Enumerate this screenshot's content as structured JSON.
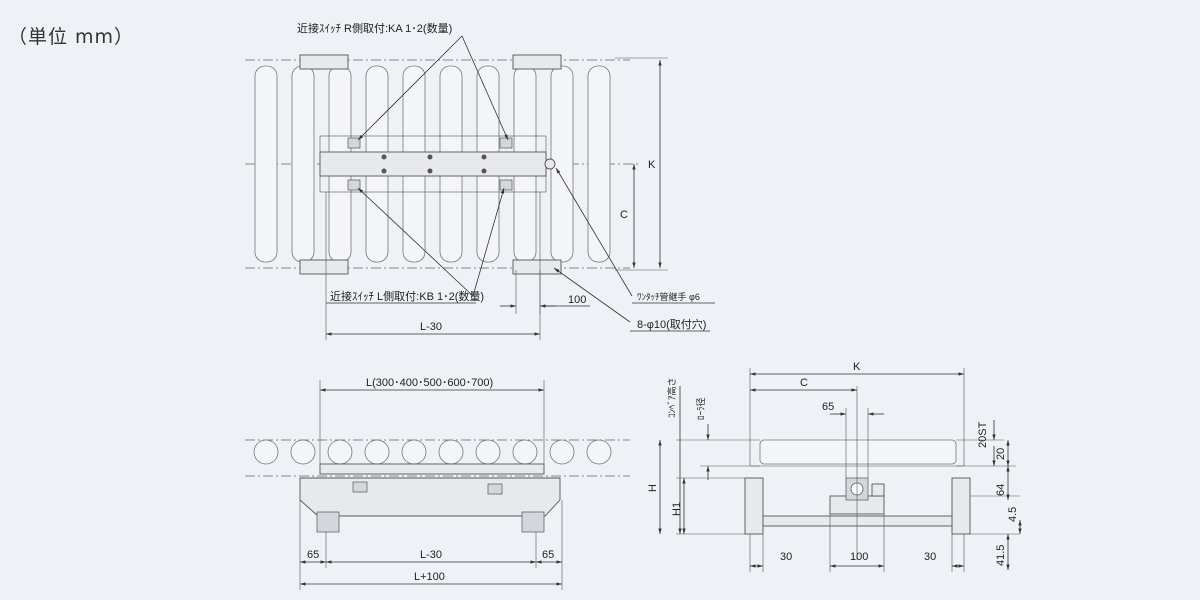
{
  "unit_label": "（単位 mm）",
  "top_view": {
    "callout_r": "近接ｽｲｯﾁ R側取付:KA 1･2(数量)",
    "callout_l": "近接ｽｲｯﾁ L側取付:KB 1･2(数量)",
    "fitting": "ﾜﾝﾀｯﾁ管継手 φ6",
    "holes": "8-φ10(取付穴)",
    "dim_k": "K",
    "dim_c": "C",
    "dim_100": "100",
    "dim_l30": "L-30"
  },
  "front_view": {
    "dim_l": "L(300･400･500･600･700)",
    "dim_65_left": "65",
    "dim_65_right": "65",
    "dim_l30": "L-30",
    "dim_l100": "L+100"
  },
  "side_view": {
    "dim_k": "K",
    "dim_c": "C",
    "dim_65": "65",
    "dim_20st": "20ST",
    "dim_20": "20",
    "dim_64": "64",
    "dim_45": "4.5",
    "dim_415": "41.5",
    "dim_h": "H",
    "dim_h1": "H1",
    "conveyor_height": "ｺﾝﾍﾞｱ高さ",
    "roller_dia": "ﾛｰﾗ径",
    "dim_30_left": "30",
    "dim_100": "100",
    "dim_30_right": "30"
  }
}
